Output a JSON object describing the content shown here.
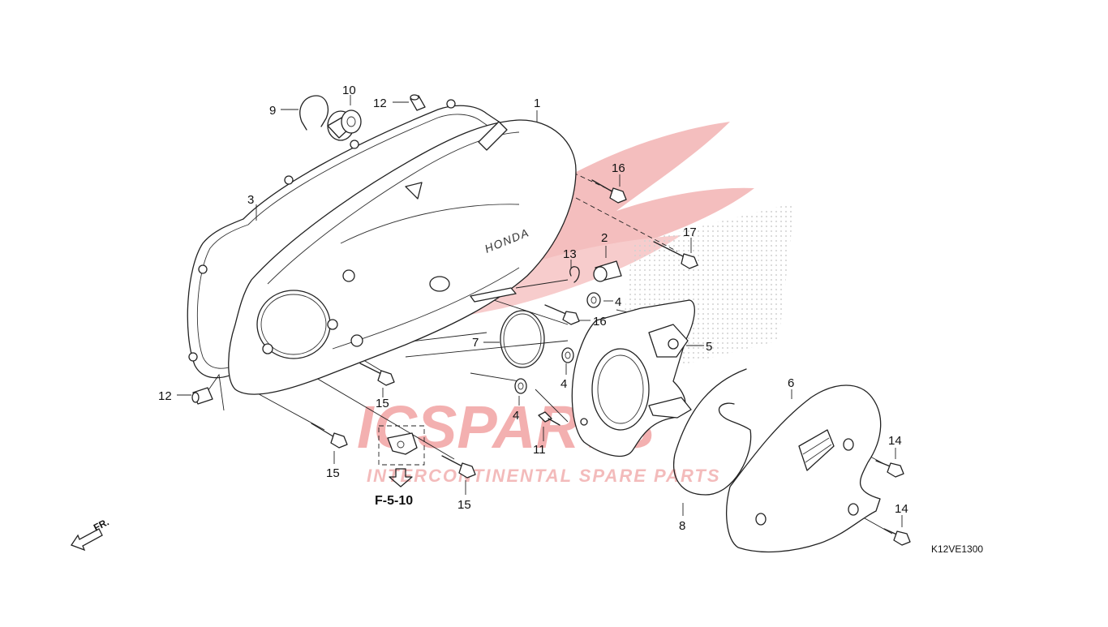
{
  "watermark": {
    "brand": "ICSPARTS",
    "tagline": "INTERCONTINENTAL SPARE PARTS",
    "color_red": "#e53935",
    "color_gray": "#9e9e9e"
  },
  "diagram": {
    "reference_code": "K12VE1300",
    "cross_reference": "F-5-10",
    "direction_label": "FR.",
    "cover_logo": "HONDA"
  },
  "callouts": [
    {
      "id": "c1",
      "label": "1"
    },
    {
      "id": "c2",
      "label": "2"
    },
    {
      "id": "c3",
      "label": "3"
    },
    {
      "id": "c4a",
      "label": "4"
    },
    {
      "id": "c4b",
      "label": "4"
    },
    {
      "id": "c4c",
      "label": "4"
    },
    {
      "id": "c5",
      "label": "5"
    },
    {
      "id": "c6",
      "label": "6"
    },
    {
      "id": "c7",
      "label": "7"
    },
    {
      "id": "c8",
      "label": "8"
    },
    {
      "id": "c9",
      "label": "9"
    },
    {
      "id": "c10",
      "label": "10"
    },
    {
      "id": "c11",
      "label": "11"
    },
    {
      "id": "c12a",
      "label": "12"
    },
    {
      "id": "c12b",
      "label": "12"
    },
    {
      "id": "c13",
      "label": "13"
    },
    {
      "id": "c14a",
      "label": "14"
    },
    {
      "id": "c14b",
      "label": "14"
    },
    {
      "id": "c15a",
      "label": "15"
    },
    {
      "id": "c15b",
      "label": "15"
    },
    {
      "id": "c15c",
      "label": "15"
    },
    {
      "id": "c16a",
      "label": "16"
    },
    {
      "id": "c16b",
      "label": "16"
    },
    {
      "id": "c17",
      "label": "17"
    }
  ]
}
